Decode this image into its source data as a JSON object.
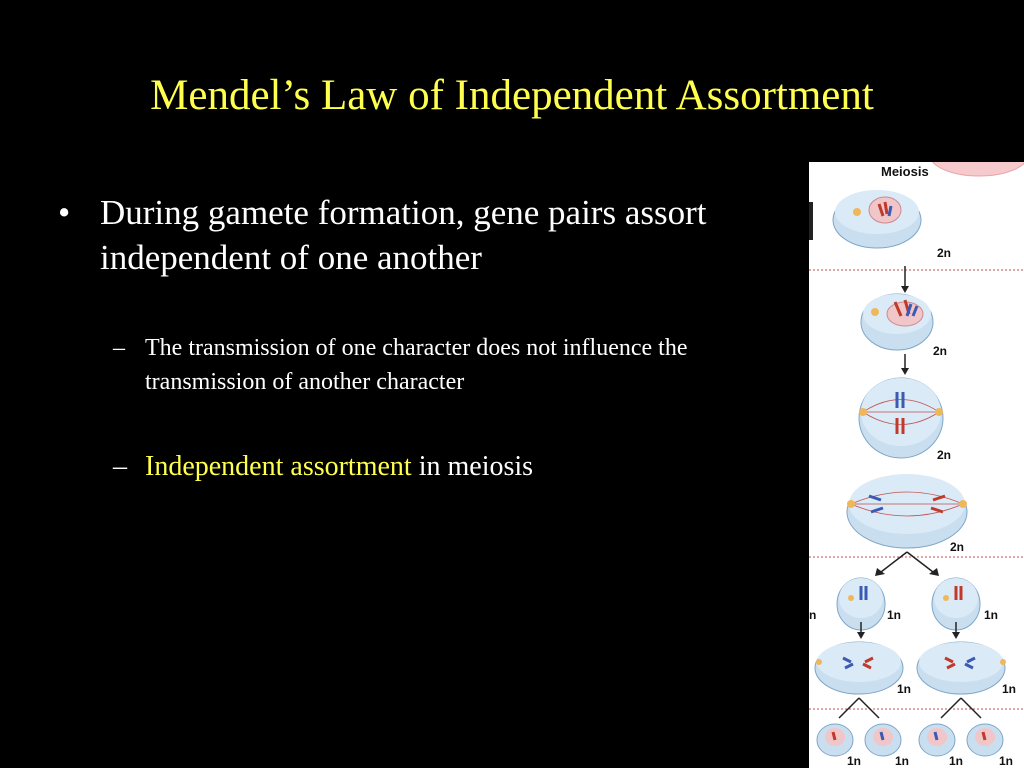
{
  "slide": {
    "title": "Mendel’s Law of Independent Assortment",
    "bullet": {
      "symbol": "•",
      "text": "During gamete formation, gene pairs assort independent of one another"
    },
    "subbullets": [
      {
        "symbol": "–",
        "text": "The transmission of one character does not influence the transmission of another character"
      },
      {
        "symbol": "–",
        "highlight": "Independent assortment",
        "rest": " in meiosis"
      }
    ],
    "colors": {
      "background": "#000000",
      "title": "#ffff4d",
      "body": "#ffffff",
      "highlight": "#ffff4d"
    }
  },
  "figure": {
    "title": "Meiosis",
    "labels": {
      "stage1": "2n",
      "stage2": "2n",
      "stage3": "2n",
      "stage4": "2n",
      "split_left_edge": "n",
      "split_left": "1n",
      "split_right": "1n",
      "mid_left": "1n",
      "mid_right": "1n",
      "bottom_1": "1n",
      "bottom_2": "1n",
      "bottom_3": "1n",
      "bottom_4": "1n"
    }
  }
}
